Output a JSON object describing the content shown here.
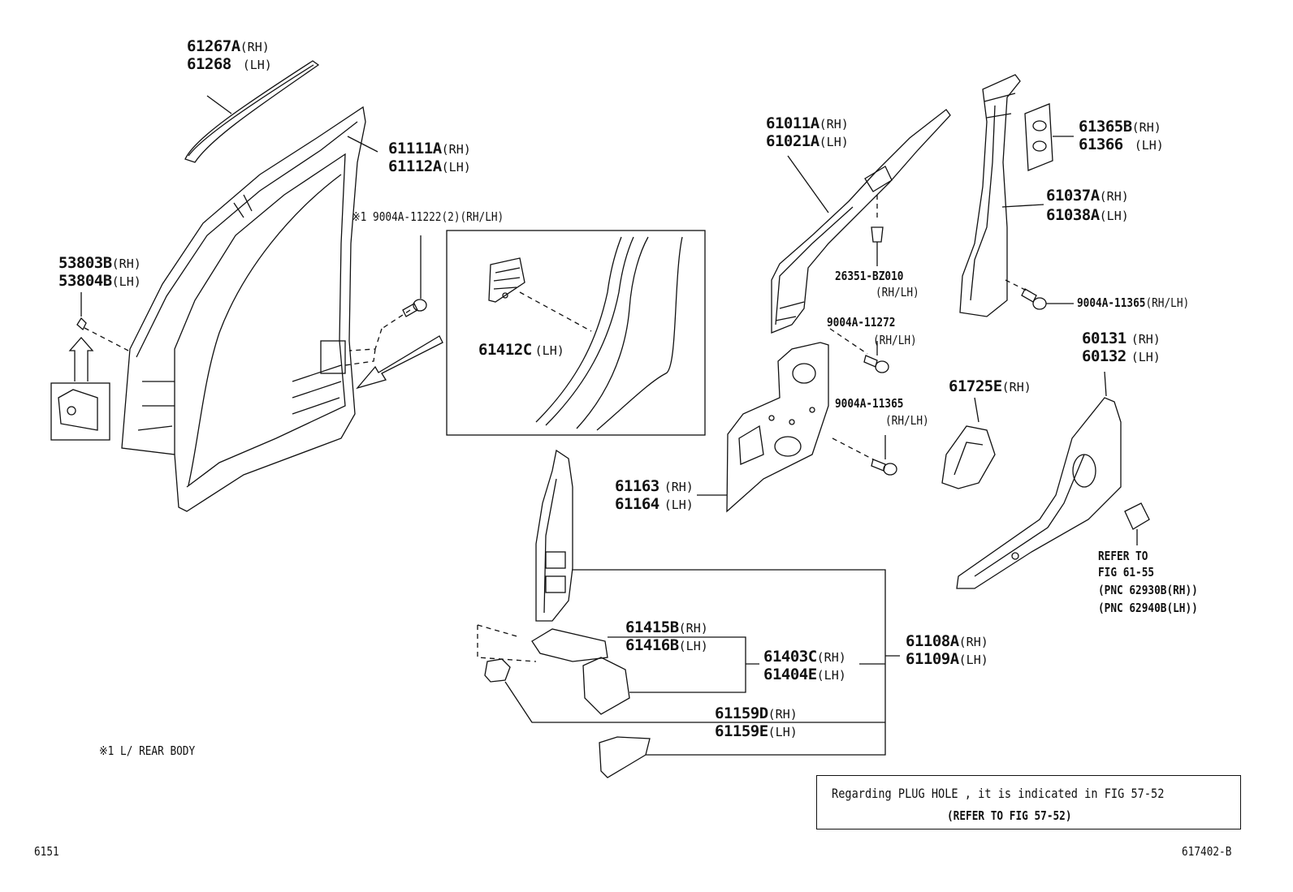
{
  "footer": {
    "left_code": "6151",
    "right_code": "617402-B",
    "footnote": "※1 L/ REAR BODY"
  },
  "note_box": {
    "line1": "Regarding PLUG HOLE , it is indicated in FIG 57-52",
    "line2": "(REFER TO FIG 57-52)"
  },
  "refer": {
    "line1": "REFER TO",
    "line2": "FIG 61-55",
    "line3": "(PNC 62930B(RH))",
    "line4": "(PNC 62940B(LH))"
  },
  "parts": {
    "p61267A": {
      "num": "61267A",
      "side": "(RH)"
    },
    "p61268": {
      "num": "61268",
      "side": "(LH)"
    },
    "p61111A": {
      "num": "61111A",
      "side": "(RH)"
    },
    "p61112A": {
      "num": "61112A",
      "side": "(LH)"
    },
    "p9004A11222": {
      "num": "※1 9004A-11222(2)",
      "side": "(RH/LH)"
    },
    "p53803B": {
      "num": "53803B",
      "side": "(RH)"
    },
    "p53804B": {
      "num": "53804B",
      "side": "(LH)"
    },
    "p61412C": {
      "num": "61412C",
      "side": "(LH)"
    },
    "p61011A": {
      "num": "61011A",
      "side": "(RH)"
    },
    "p61021A": {
      "num": "61021A",
      "side": "(LH)"
    },
    "p26351": {
      "num": "26351-BZ010",
      "side": "(RH/LH)"
    },
    "p61365B": {
      "num": "61365B",
      "side": "(RH)"
    },
    "p61366": {
      "num": "61366",
      "side": "(LH)"
    },
    "p61037A": {
      "num": "61037A",
      "side": "(RH)"
    },
    "p61038A": {
      "num": "61038A",
      "side": "(LH)"
    },
    "p9004A11365a": {
      "num": "9004A-11365",
      "side": "(RH/LH)"
    },
    "p9004A11272": {
      "num": "9004A-11272",
      "side": "(RH/LH)"
    },
    "p9004A11365b": {
      "num": "9004A-11365",
      "side": "(RH/LH)"
    },
    "p60131": {
      "num": "60131",
      "side": "(RH)"
    },
    "p60132": {
      "num": "60132",
      "side": "(LH)"
    },
    "p61725E": {
      "num": "61725E",
      "side": "(RH)"
    },
    "p61163": {
      "num": "61163",
      "side": "(RH)"
    },
    "p61164": {
      "num": "61164",
      "side": "(LH)"
    },
    "p61415B": {
      "num": "61415B",
      "side": "(RH)"
    },
    "p61416B": {
      "num": "61416B",
      "side": "(LH)"
    },
    "p61403C": {
      "num": "61403C",
      "side": "(RH)"
    },
    "p61404E": {
      "num": "61404E",
      "side": "(LH)"
    },
    "p61108A": {
      "num": "61108A",
      "side": "(RH)"
    },
    "p61109A": {
      "num": "61109A",
      "side": "(LH)"
    },
    "p61159D": {
      "num": "61159D",
      "side": "(RH)"
    },
    "p61159E": {
      "num": "61159E",
      "side": "(LH)"
    }
  }
}
